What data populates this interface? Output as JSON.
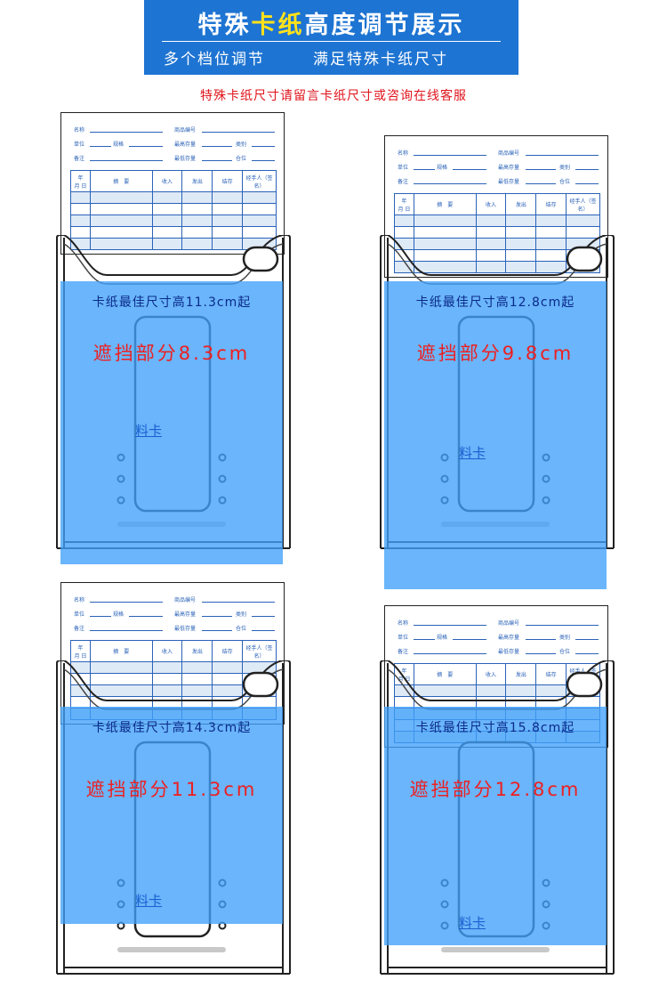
{
  "banner": {
    "title_prefix": "特殊",
    "title_highlight": "卡纸",
    "title_suffix": "高度调节展示",
    "sub_left": "多个档位调节",
    "sub_right": "满足特殊卡纸尺寸"
  },
  "notice": "特殊卡纸尺寸请留言卡纸尺寸或咨询在线客服",
  "card_form": {
    "name": "名称",
    "code": "商品编号",
    "unit": "单位",
    "spec": "规格",
    "max_stock": "最高存量",
    "category": "类别",
    "min_stock": "最低存量",
    "remark": "备注",
    "location": "仓位",
    "col_year": "年",
    "col_month": "月",
    "col_day": "日",
    "col_summary": "摘　要",
    "col_in": "收入",
    "col_out": "发出",
    "col_balance": "结存",
    "col_handler": "经手人（签名）"
  },
  "card_label": "料卡",
  "panels": [
    {
      "best_size": "卡纸最佳尺寸高11.3cm起",
      "covered": "遮挡部分8.3cm"
    },
    {
      "best_size": "卡纸最佳尺寸高12.8cm起",
      "covered": "遮挡部分9.8cm"
    },
    {
      "best_size": "卡纸最佳尺寸高14.3cm起",
      "covered": "遮挡部分11.3cm"
    },
    {
      "best_size": "卡纸最佳尺寸高15.8cm起",
      "covered": "遮挡部分12.8cm"
    }
  ]
}
